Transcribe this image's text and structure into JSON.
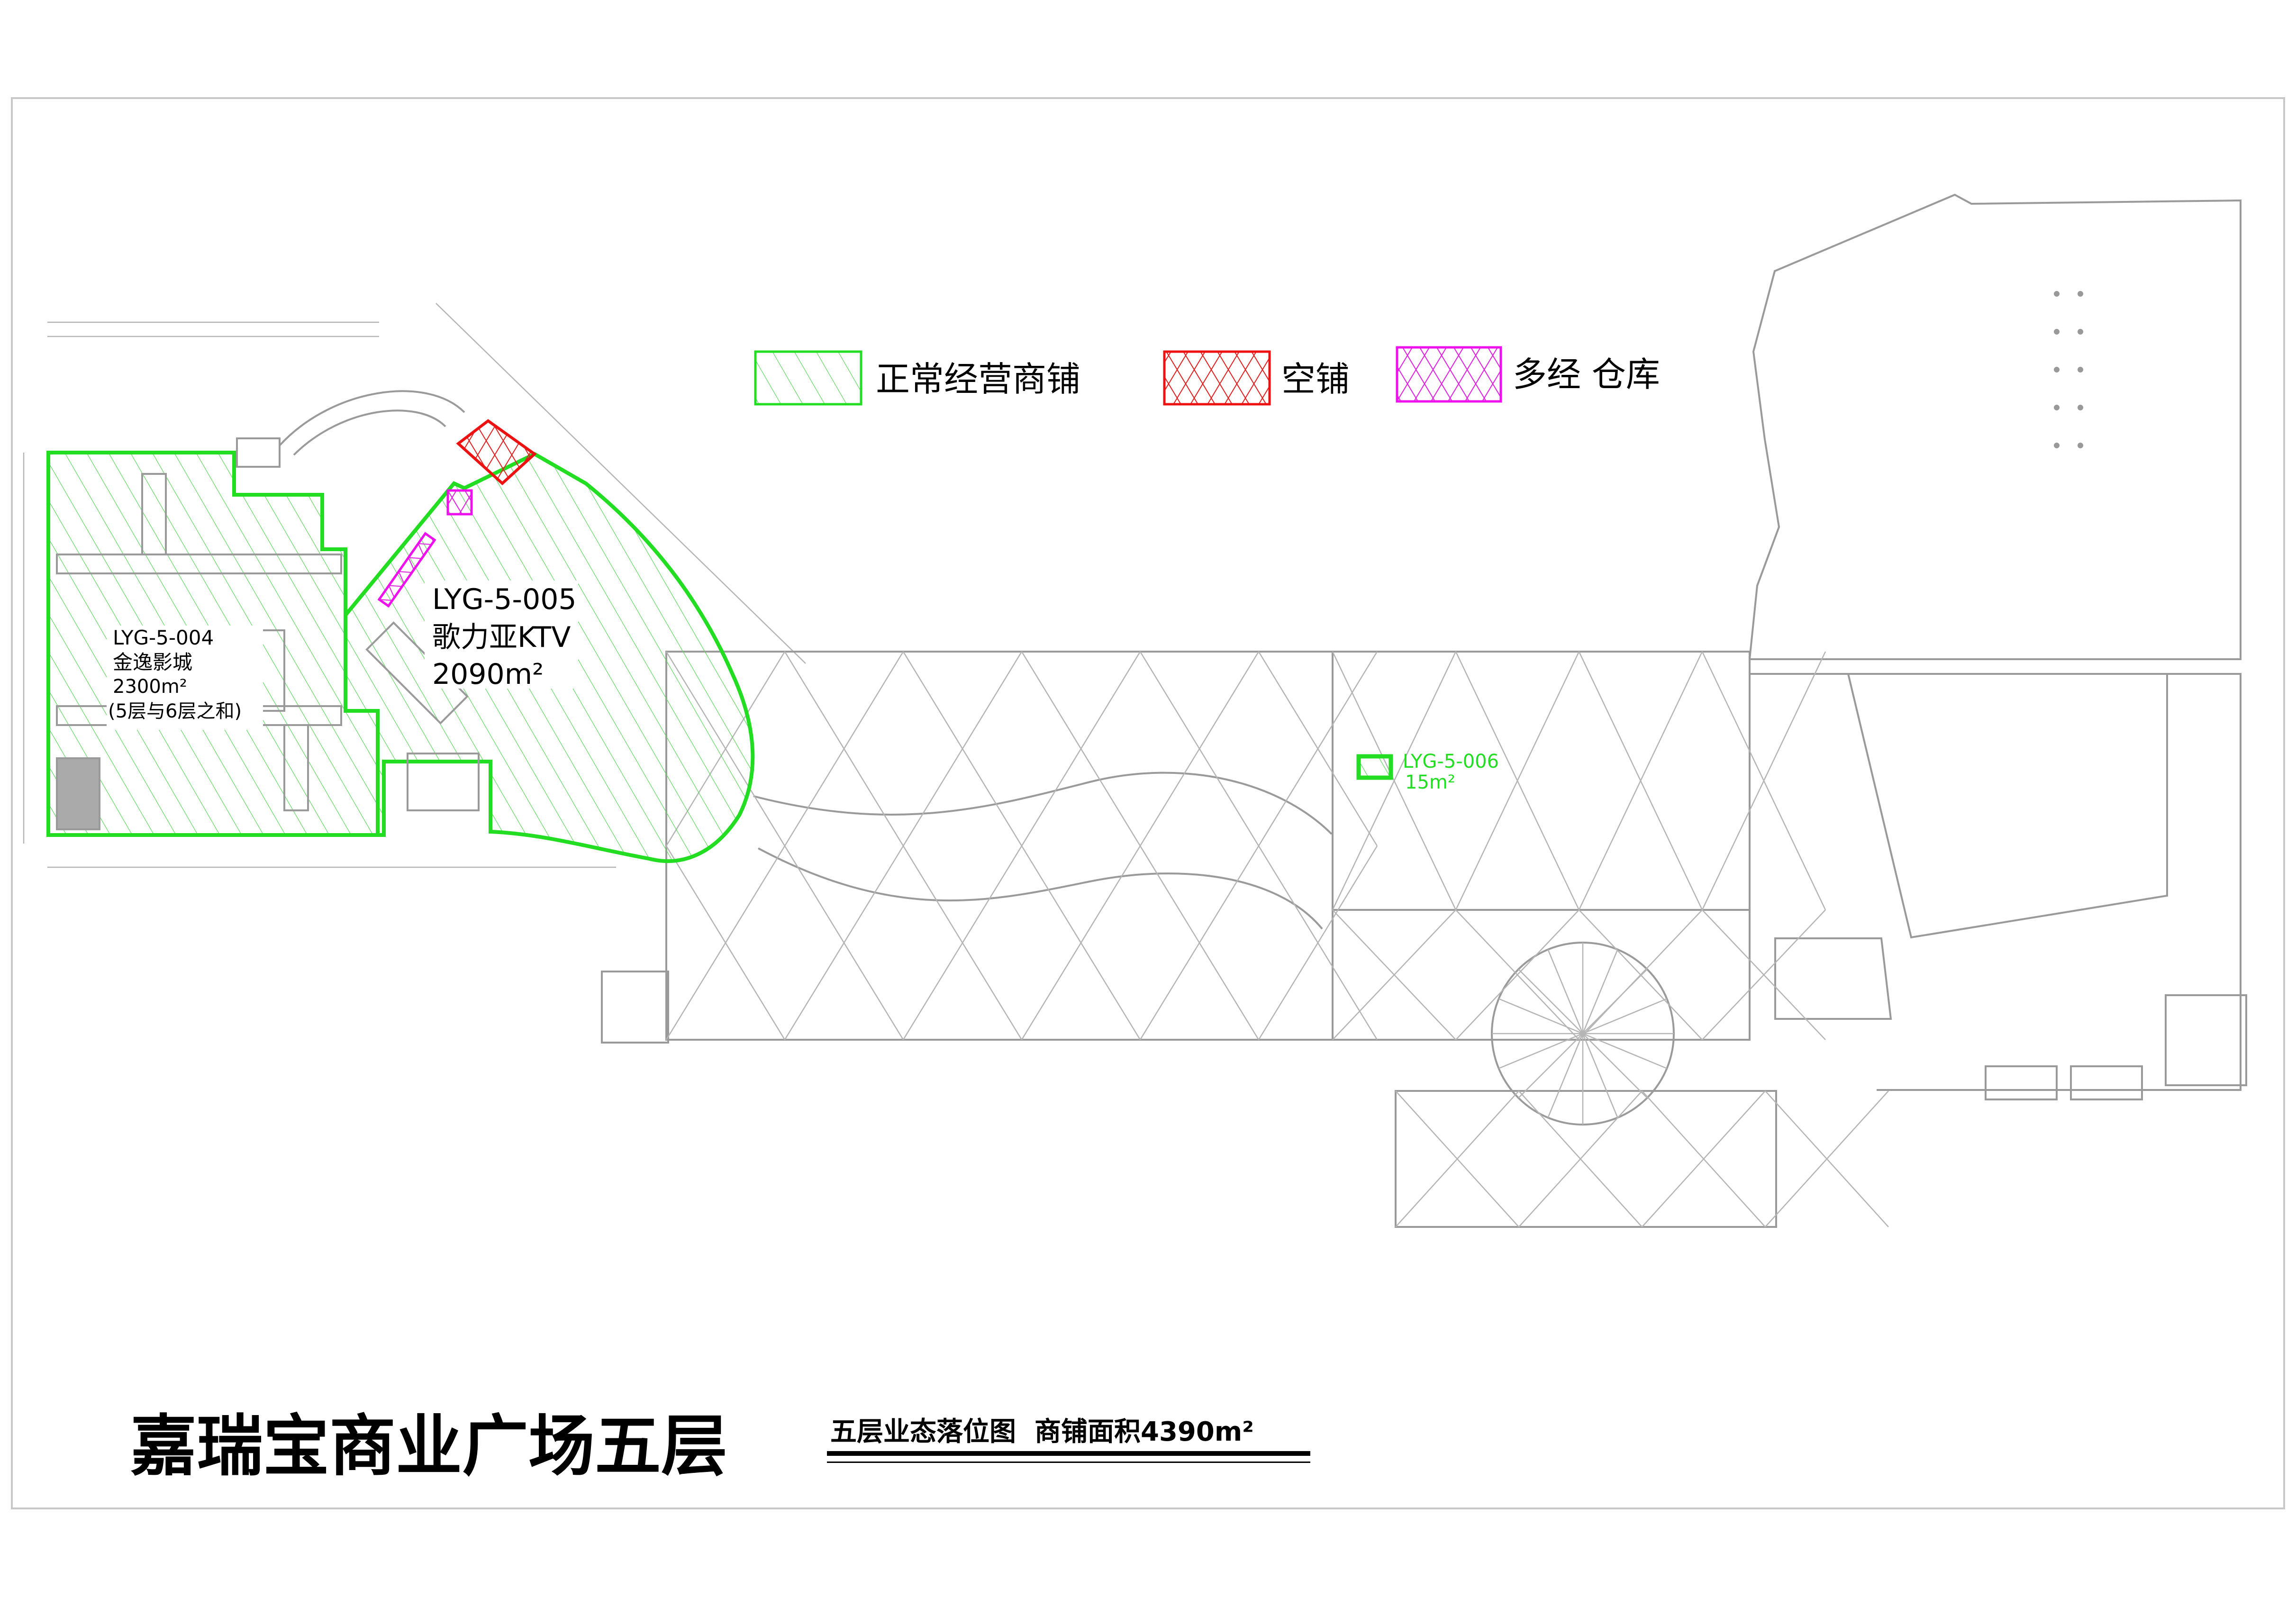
{
  "legend": {
    "items": [
      {
        "label": "正常经营商铺",
        "color": "#22dd22",
        "pattern": "diagonal-hatch"
      },
      {
        "label": "空铺",
        "color": "#ee1111",
        "pattern": "cross-hatch"
      },
      {
        "label": "多经 仓库",
        "color": "#ee11ee",
        "pattern": "cross-hatch"
      }
    ]
  },
  "units": {
    "cinema": {
      "code": "LYG-5-004",
      "name": "金逸影城",
      "area": "2300m²",
      "note": "(5层与6层之和)",
      "status_color": "#22dd22"
    },
    "ktv": {
      "code": "LYG-5-005",
      "name": "歌力亚KTV",
      "area": "2090m²",
      "status_color": "#22dd22"
    },
    "small": {
      "code": "LYG-5-006",
      "area": "15m²",
      "status_color": "#22dd22"
    }
  },
  "title": {
    "main": "嘉瑞宝商业广场五层",
    "subtitle": "五层业态落位图  商铺面积4390m²"
  }
}
